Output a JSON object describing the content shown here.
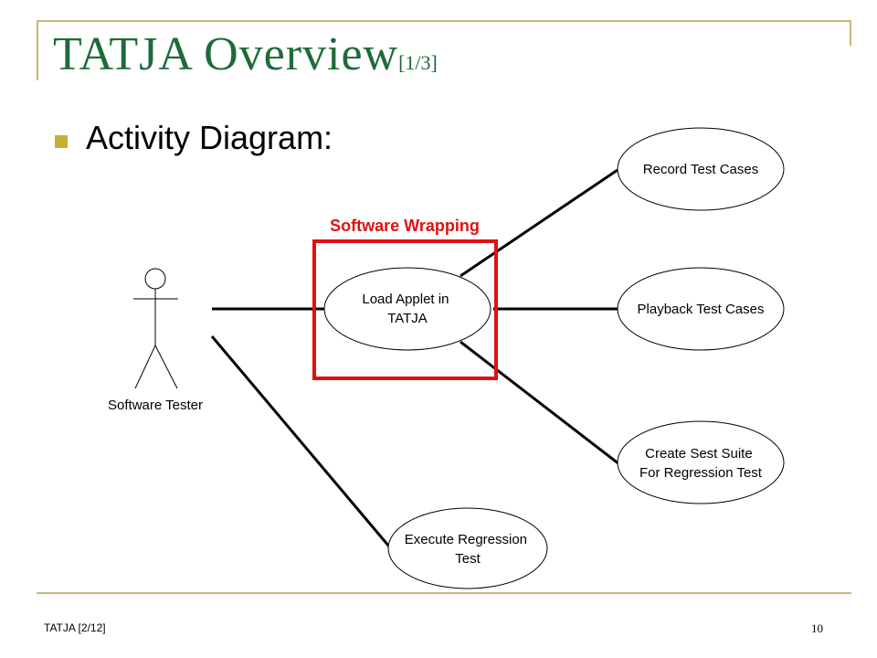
{
  "slide": {
    "title": "TATJA Overview",
    "title_suffix": "[1/3]",
    "bullet": "Activity Diagram:",
    "footer_left": "TATJA  [2/12]",
    "page_number": "10"
  },
  "diagram": {
    "actor_label": "Software Tester",
    "highlight_label": "Software Wrapping",
    "use_cases": {
      "load_applet": [
        "Load Applet in",
        "TATJA"
      ],
      "record": [
        "Record Test Cases"
      ],
      "playback": [
        "Playback Test Cases"
      ],
      "create_suite": [
        "Create Sest Suite",
        "For Regression Test"
      ],
      "execute": [
        "Execute Regression",
        "Test"
      ]
    },
    "colors": {
      "highlight": "#e01010",
      "title": "#1e6b3a",
      "accent": "#c8b032",
      "frame": "#c8b77a"
    }
  }
}
